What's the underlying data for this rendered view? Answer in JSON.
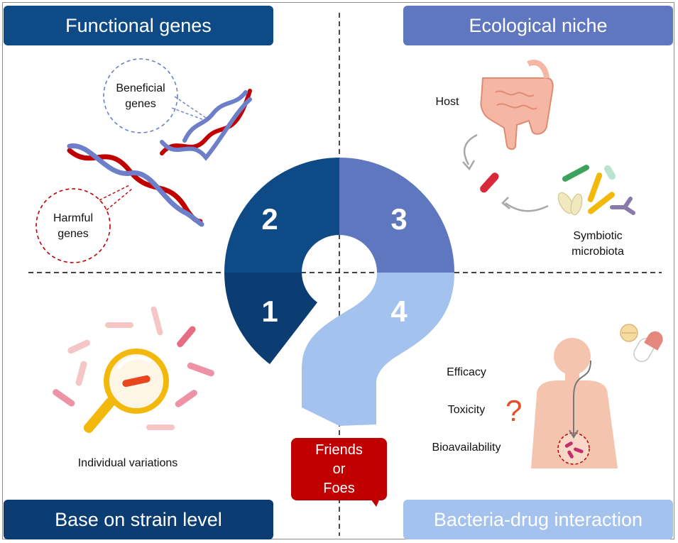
{
  "headers": {
    "functional_genes": "Functional genes",
    "ecological_niche": "Ecological niche",
    "strain_level": "Base on strain level",
    "bacteria_drug": "Bacteria-drug interaction"
  },
  "labels": {
    "beneficial_line1": "Beneficial",
    "beneficial_line2": "genes",
    "harmful_line1": "Harmful",
    "harmful_line2": "genes",
    "host": "Host",
    "symbiotic_line1": "Symbiotic",
    "symbiotic_line2": "microbiota",
    "individual_variations": "Individual variations",
    "efficacy": "Efficacy",
    "toxicity": "Toxicity",
    "bioavailability": "Bioavailability",
    "question_mark": "?"
  },
  "quadrants": {
    "q1": "1",
    "q2": "2",
    "q3": "3",
    "q4": "4"
  },
  "bubble": {
    "line1": "Friends",
    "line2": "or",
    "line3": "Foes"
  },
  "colors": {
    "dark_navy": "#0b3d72",
    "blue_2": "#0e4a85",
    "blue_3": "#5f77be",
    "light_blue_4": "#a4c2ee",
    "red": "#c00000",
    "dna_red": "#c00000",
    "dna_blue": "#6d7fc8"
  }
}
